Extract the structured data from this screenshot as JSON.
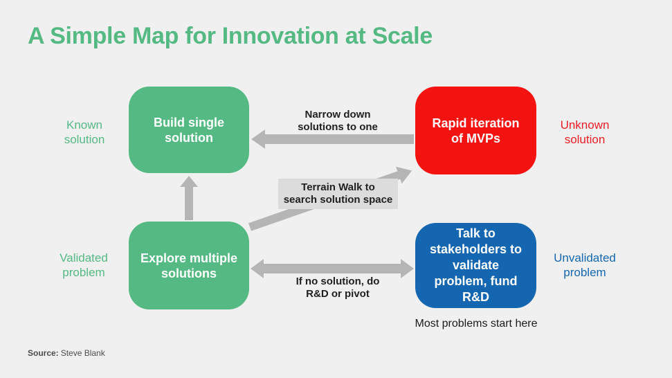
{
  "title": "A Simple Map for Innovation at Scale",
  "boxes": {
    "build": {
      "label": "Build single\nsolution"
    },
    "rapid": {
      "label": "Rapid iteration\nof MVPs"
    },
    "explore": {
      "label": "Explore multiple\nsolutions"
    },
    "talk": {
      "label": "Talk to\nstakeholders to\nvalidate\nproblem, fund\nR&D"
    }
  },
  "side_labels": {
    "known": "Known\nsolution",
    "unknown": "Unknown\nsolution",
    "validated": "Validated\nproblem",
    "unvalidated": "Unvalidated\nproblem"
  },
  "arrow_labels": {
    "narrow": "Narrow down\nsolutions to one",
    "terrain": "Terrain Walk to\nsearch solution space",
    "pivot": "If no solution, do\nR&D or pivot"
  },
  "annotation": "Most problems start here",
  "source": {
    "label": "Source:",
    "value": "Steve Blank"
  },
  "colors": {
    "background": "#eff0ef",
    "green": "#55b983",
    "red": "#f51311",
    "blue": "#1466b0",
    "arrow_gray": "#b5b5b5",
    "terrain_label_bg": "#dcdcdc",
    "text_dark": "#1f1f1f"
  }
}
